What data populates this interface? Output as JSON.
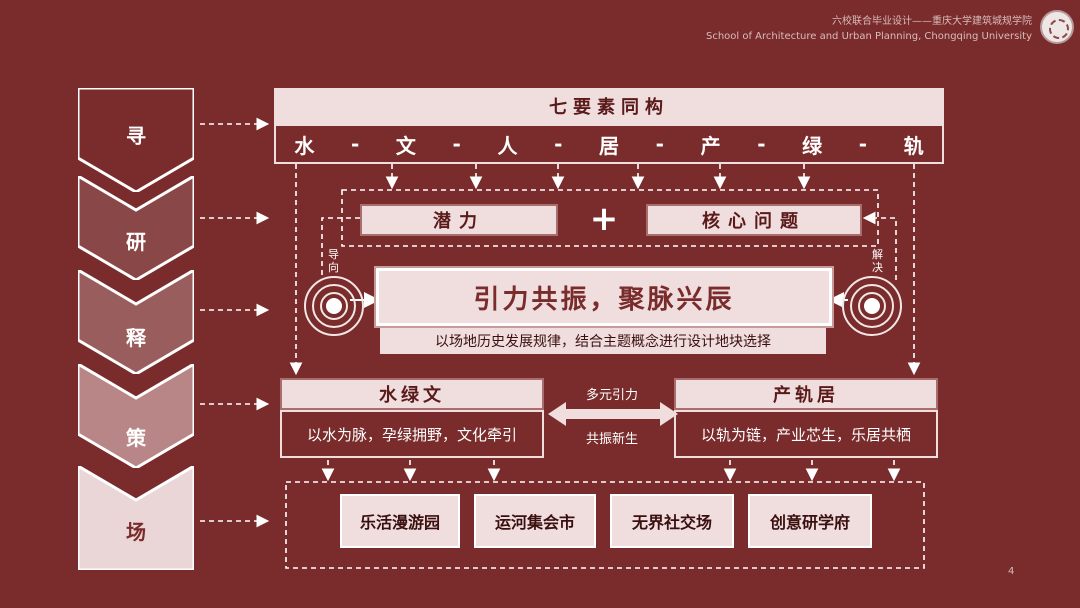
{
  "header": {
    "line1": "六校联合毕业设计——重庆大学建筑城规学院",
    "line2": "School of Architecture and Urban Planning, Chongqing University"
  },
  "steps": [
    "寻",
    "研",
    "释",
    "策",
    "场"
  ],
  "top": {
    "title": "七要素同构",
    "elements": [
      "水",
      "文",
      "人",
      "居",
      "产",
      "绿",
      "轨"
    ],
    "separator": "-"
  },
  "mid": {
    "left": "潜力",
    "plus": "+",
    "right": "核心问题",
    "guide": "导向",
    "solve": "解决",
    "slogan": "引力共振，聚脉兴辰",
    "subtitle": "以场地历史发展规律，结合主题概念进行设计地块选择"
  },
  "strategy": {
    "left_title": "水绿文",
    "left_desc": "以水为脉，孕绿拥野，文化牵引",
    "center_top": "多元引力",
    "center_bottom": "共振新生",
    "right_title": "产轨居",
    "right_desc": "以轨为链，产业芯生，乐居共栖"
  },
  "sites": [
    "乐活漫游园",
    "运河集会市",
    "无界社交场",
    "创意研学府"
  ],
  "page_number": "4",
  "colors": {
    "background": "#7a2b2b",
    "box_fill": "#f0dede",
    "box_border": "#a86d6d",
    "arrow": "#ffffff"
  }
}
